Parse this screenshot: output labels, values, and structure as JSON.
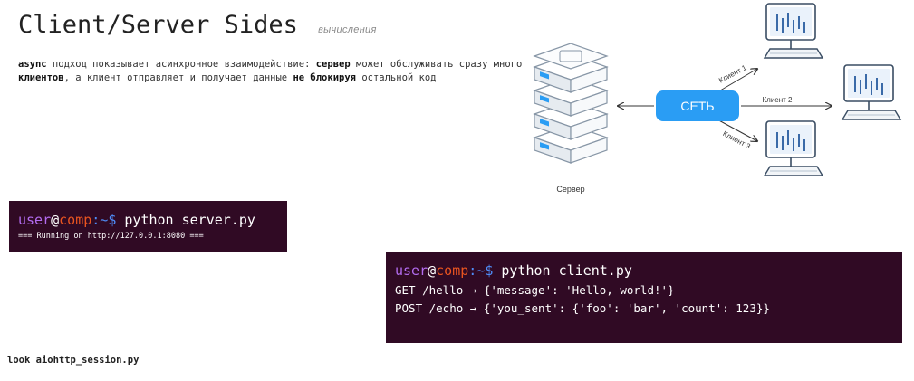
{
  "header": {
    "title": "Client/Server Sides",
    "subtitle": "вычисления"
  },
  "description": {
    "s1": "async",
    "s2": " подход показывает асинхронное взаимодействие: ",
    "s3": "сервер",
    "s4": " может обслуживать сразу много ",
    "s5": "клиентов",
    "s6": ", а клиент отправляет и получает данные ",
    "s7": "не блокируя",
    "s8": " остальной код"
  },
  "diagram": {
    "network_label": "СЕТЬ",
    "server_label": "Сервер",
    "client1_label": "Клиент 1",
    "client2_label": "Клиент 2",
    "client3_label": "Клиент 3",
    "colors": {
      "network": "#2a9df4",
      "server": "#f3f5f7",
      "screen": "#7aa3cc"
    }
  },
  "terminal_server": {
    "prompt_user": "user",
    "prompt_at": "@",
    "prompt_host": "comp",
    "prompt_path": ":~$",
    "command": " python server.py",
    "output": "=== Running on http://127.0.0.1:8080 ==="
  },
  "terminal_client": {
    "prompt_user": "user",
    "prompt_at": "@",
    "prompt_host": "comp",
    "prompt_path": ":~$",
    "command": " python client.py",
    "output_1": "GET /hello → {'message': 'Hello, world!'}",
    "output_2": "POST /echo → {'you_sent': {'foo': 'bar', 'count': 123}}"
  },
  "footer": {
    "text": "look aiohttp_session.py"
  }
}
